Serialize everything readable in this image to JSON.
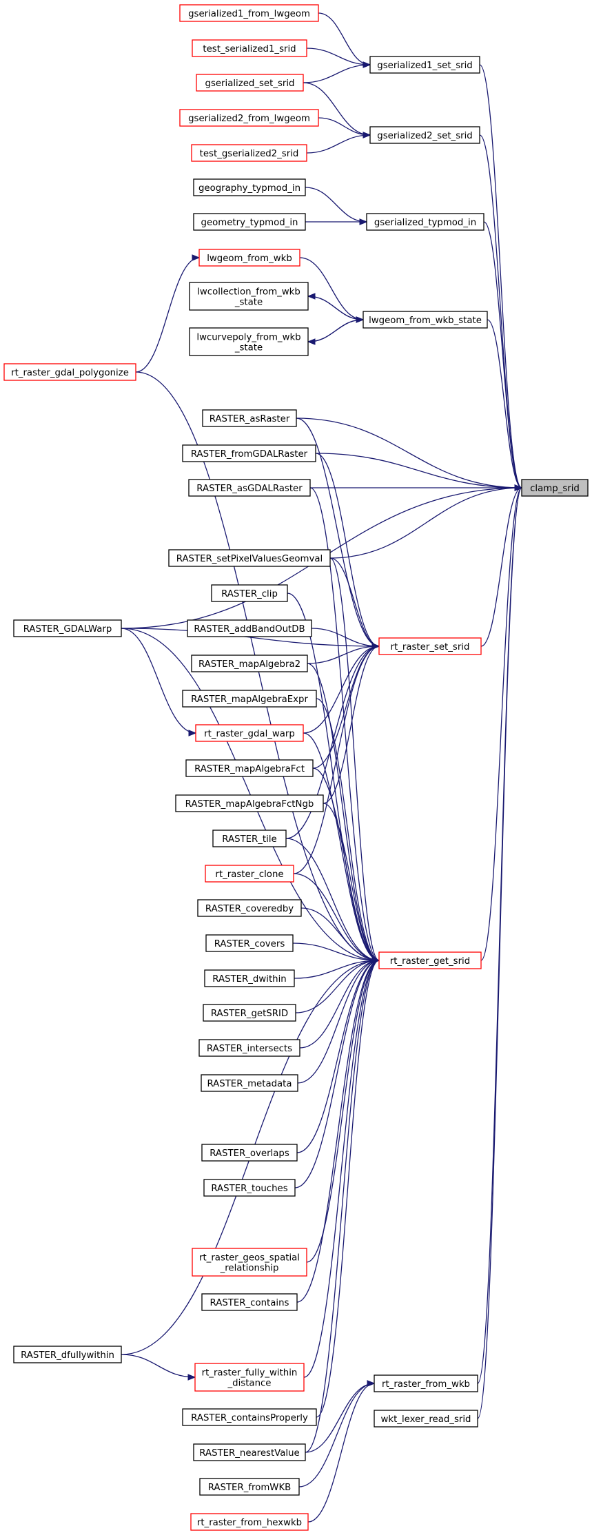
{
  "graph": {
    "nodes": {
      "gserialized1_from_lwgeom": {
        "label": [
          "gserialized1_from_lwgeom"
        ],
        "border": "red"
      },
      "test_serialized1_srid": {
        "label": [
          "test_serialized1_srid"
        ],
        "border": "red"
      },
      "gserialized_set_srid": {
        "label": [
          "gserialized_set_srid"
        ],
        "border": "red"
      },
      "gserialized2_from_lwgeom": {
        "label": [
          "gserialized2_from_lwgeom"
        ],
        "border": "red"
      },
      "test_gserialized2_srid": {
        "label": [
          "test_gserialized2_srid"
        ],
        "border": "red"
      },
      "gserialized1_set_srid": {
        "label": [
          "gserialized1_set_srid"
        ],
        "border": "black"
      },
      "gserialized2_set_srid": {
        "label": [
          "gserialized2_set_srid"
        ],
        "border": "black"
      },
      "geography_typmod_in": {
        "label": [
          "geography_typmod_in"
        ],
        "border": "black"
      },
      "geometry_typmod_in": {
        "label": [
          "geometry_typmod_in"
        ],
        "border": "black"
      },
      "gserialized_typmod_in": {
        "label": [
          "gserialized_typmod_in"
        ],
        "border": "black"
      },
      "lwgeom_from_wkb": {
        "label": [
          "lwgeom_from_wkb"
        ],
        "border": "red"
      },
      "lwcollection_from_wkb_state": {
        "label": [
          "lwcollection_from_wkb",
          "_state"
        ],
        "border": "black"
      },
      "lwcurvepoly_from_wkb_state": {
        "label": [
          "lwcurvepoly_from_wkb",
          "_state"
        ],
        "border": "black"
      },
      "lwgeom_from_wkb_state": {
        "label": [
          "lwgeom_from_wkb_state"
        ],
        "border": "black"
      },
      "rt_raster_gdal_polygonize": {
        "label": [
          "rt_raster_gdal_polygonize"
        ],
        "border": "red"
      },
      "RASTER_asRaster": {
        "label": [
          "RASTER_asRaster"
        ],
        "border": "black"
      },
      "RASTER_fromGDALRaster": {
        "label": [
          "RASTER_fromGDALRaster"
        ],
        "border": "black"
      },
      "RASTER_asGDALRaster": {
        "label": [
          "RASTER_asGDALRaster"
        ],
        "border": "black"
      },
      "clamp_srid": {
        "label": [
          "clamp_srid"
        ],
        "border": "focus"
      },
      "RASTER_setPixelValuesGeomval": {
        "label": [
          "RASTER_setPixelValuesGeomval"
        ],
        "border": "black"
      },
      "RASTER_clip": {
        "label": [
          "RASTER_clip"
        ],
        "border": "black"
      },
      "RASTER_GDALWarp": {
        "label": [
          "RASTER_GDALWarp"
        ],
        "border": "black"
      },
      "RASTER_addBandOutDB": {
        "label": [
          "RASTER_addBandOutDB"
        ],
        "border": "black"
      },
      "rt_raster_set_srid": {
        "label": [
          "rt_raster_set_srid"
        ],
        "border": "red"
      },
      "RASTER_mapAlgebra2": {
        "label": [
          "RASTER_mapAlgebra2"
        ],
        "border": "black"
      },
      "RASTER_mapAlgebraExpr": {
        "label": [
          "RASTER_mapAlgebraExpr"
        ],
        "border": "black"
      },
      "rt_raster_gdal_warp": {
        "label": [
          "rt_raster_gdal_warp"
        ],
        "border": "red"
      },
      "RASTER_mapAlgebraFct": {
        "label": [
          "RASTER_mapAlgebraFct"
        ],
        "border": "black"
      },
      "RASTER_mapAlgebraFctNgb": {
        "label": [
          "RASTER_mapAlgebraFctNgb"
        ],
        "border": "black"
      },
      "RASTER_tile": {
        "label": [
          "RASTER_tile"
        ],
        "border": "black"
      },
      "rt_raster_clone": {
        "label": [
          "rt_raster_clone"
        ],
        "border": "red"
      },
      "RASTER_coveredby": {
        "label": [
          "RASTER_coveredby"
        ],
        "border": "black"
      },
      "RASTER_covers": {
        "label": [
          "RASTER_covers"
        ],
        "border": "black"
      },
      "rt_raster_get_srid": {
        "label": [
          "rt_raster_get_srid"
        ],
        "border": "red"
      },
      "RASTER_dwithin": {
        "label": [
          "RASTER_dwithin"
        ],
        "border": "black"
      },
      "RASTER_getSRID": {
        "label": [
          "RASTER_getSRID"
        ],
        "border": "black"
      },
      "RASTER_intersects": {
        "label": [
          "RASTER_intersects"
        ],
        "border": "black"
      },
      "RASTER_metadata": {
        "label": [
          "RASTER_metadata"
        ],
        "border": "black"
      },
      "RASTER_overlaps": {
        "label": [
          "RASTER_overlaps"
        ],
        "border": "black"
      },
      "RASTER_touches": {
        "label": [
          "RASTER_touches"
        ],
        "border": "black"
      },
      "rt_raster_geos_spatial_relationship": {
        "label": [
          "rt_raster_geos_spatial",
          "_relationship"
        ],
        "border": "red"
      },
      "RASTER_contains": {
        "label": [
          "RASTER_contains"
        ],
        "border": "black"
      },
      "RASTER_dfullywithin": {
        "label": [
          "RASTER_dfullywithin"
        ],
        "border": "black"
      },
      "rt_raster_fully_within_distance": {
        "label": [
          "rt_raster_fully_within",
          "_distance"
        ],
        "border": "red"
      },
      "rt_raster_from_wkb": {
        "label": [
          "rt_raster_from_wkb"
        ],
        "border": "black"
      },
      "RASTER_containsProperly": {
        "label": [
          "RASTER_containsProperly"
        ],
        "border": "black"
      },
      "wkt_lexer_read_srid": {
        "label": [
          "wkt_lexer_read_srid"
        ],
        "border": "black"
      },
      "RASTER_nearestValue": {
        "label": [
          "RASTER_nearestValue"
        ],
        "border": "black"
      },
      "RASTER_fromWKB": {
        "label": [
          "RASTER_fromWKB"
        ],
        "border": "black"
      },
      "rt_raster_from_hexwkb": {
        "label": [
          "rt_raster_from_hexwkb"
        ],
        "border": "red"
      }
    },
    "edges": [
      [
        "gserialized1_from_lwgeom",
        "gserialized1_set_srid"
      ],
      [
        "test_serialized1_srid",
        "gserialized1_set_srid"
      ],
      [
        "gserialized_set_srid",
        "gserialized1_set_srid"
      ],
      [
        "gserialized_set_srid",
        "gserialized2_set_srid"
      ],
      [
        "gserialized2_from_lwgeom",
        "gserialized2_set_srid"
      ],
      [
        "test_gserialized2_srid",
        "gserialized2_set_srid"
      ],
      [
        "geography_typmod_in",
        "gserialized_typmod_in"
      ],
      [
        "geometry_typmod_in",
        "gserialized_typmod_in"
      ],
      [
        "rt_raster_gdal_polygonize",
        "lwgeom_from_wkb"
      ],
      [
        "lwgeom_from_wkb",
        "lwgeom_from_wkb_state"
      ],
      [
        "lwgeom_from_wkb_state",
        "lwcollection_from_wkb_state"
      ],
      [
        "lwcollection_from_wkb_state",
        "lwgeom_from_wkb_state"
      ],
      [
        "lwgeom_from_wkb_state",
        "lwcurvepoly_from_wkb_state"
      ],
      [
        "lwcurvepoly_from_wkb_state",
        "lwgeom_from_wkb_state"
      ],
      [
        "gserialized1_set_srid",
        "clamp_srid"
      ],
      [
        "gserialized2_set_srid",
        "clamp_srid"
      ],
      [
        "gserialized_typmod_in",
        "clamp_srid"
      ],
      [
        "lwgeom_from_wkb_state",
        "clamp_srid"
      ],
      [
        "RASTER_asRaster",
        "clamp_srid"
      ],
      [
        "RASTER_fromGDALRaster",
        "clamp_srid"
      ],
      [
        "RASTER_asGDALRaster",
        "clamp_srid"
      ],
      [
        "RASTER_GDALWarp",
        "clamp_srid"
      ],
      [
        "RASTER_setPixelValuesGeomval",
        "clamp_srid"
      ],
      [
        "rt_raster_set_srid",
        "clamp_srid"
      ],
      [
        "rt_raster_get_srid",
        "clamp_srid"
      ],
      [
        "rt_raster_from_wkb",
        "clamp_srid"
      ],
      [
        "wkt_lexer_read_srid",
        "clamp_srid"
      ],
      [
        "RASTER_asRaster",
        "rt_raster_set_srid"
      ],
      [
        "RASTER_fromGDALRaster",
        "rt_raster_set_srid"
      ],
      [
        "RASTER_GDALWarp",
        "rt_raster_set_srid"
      ],
      [
        "RASTER_setPixelValuesGeomval",
        "rt_raster_set_srid"
      ],
      [
        "RASTER_addBandOutDB",
        "rt_raster_set_srid"
      ],
      [
        "RASTER_mapAlgebra2",
        "rt_raster_set_srid"
      ],
      [
        "rt_raster_gdal_warp",
        "rt_raster_set_srid"
      ],
      [
        "RASTER_mapAlgebraFct",
        "rt_raster_set_srid"
      ],
      [
        "RASTER_mapAlgebraFctNgb",
        "rt_raster_set_srid"
      ],
      [
        "RASTER_tile",
        "rt_raster_set_srid"
      ],
      [
        "rt_raster_clone",
        "rt_raster_set_srid"
      ],
      [
        "RASTER_GDALWarp",
        "rt_raster_gdal_warp"
      ],
      [
        "RASTER_asGDALRaster",
        "rt_raster_get_srid"
      ],
      [
        "RASTER_setPixelValuesGeomval",
        "rt_raster_get_srid"
      ],
      [
        "RASTER_clip",
        "rt_raster_get_srid"
      ],
      [
        "RASTER_mapAlgebra2",
        "rt_raster_get_srid"
      ],
      [
        "RASTER_mapAlgebraExpr",
        "rt_raster_get_srid"
      ],
      [
        "rt_raster_gdal_warp",
        "rt_raster_get_srid"
      ],
      [
        "RASTER_mapAlgebraFct",
        "rt_raster_get_srid"
      ],
      [
        "RASTER_mapAlgebraFctNgb",
        "rt_raster_get_srid"
      ],
      [
        "RASTER_tile",
        "rt_raster_get_srid"
      ],
      [
        "rt_raster_clone",
        "rt_raster_get_srid"
      ],
      [
        "RASTER_coveredby",
        "rt_raster_get_srid"
      ],
      [
        "RASTER_covers",
        "rt_raster_get_srid"
      ],
      [
        "RASTER_dwithin",
        "rt_raster_get_srid"
      ],
      [
        "RASTER_getSRID",
        "rt_raster_get_srid"
      ],
      [
        "RASTER_intersects",
        "rt_raster_get_srid"
      ],
      [
        "RASTER_metadata",
        "rt_raster_get_srid"
      ],
      [
        "RASTER_overlaps",
        "rt_raster_get_srid"
      ],
      [
        "RASTER_touches",
        "rt_raster_get_srid"
      ],
      [
        "rt_raster_gdal_polygonize",
        "rt_raster_get_srid"
      ],
      [
        "RASTER_GDALWarp",
        "rt_raster_get_srid"
      ],
      [
        "rt_raster_geos_spatial_relationship",
        "rt_raster_get_srid"
      ],
      [
        "RASTER_contains",
        "rt_raster_get_srid"
      ],
      [
        "RASTER_dfullywithin",
        "rt_raster_get_srid"
      ],
      [
        "rt_raster_fully_within_distance",
        "rt_raster_get_srid"
      ],
      [
        "RASTER_containsProperly",
        "rt_raster_get_srid"
      ],
      [
        "RASTER_nearestValue",
        "rt_raster_get_srid"
      ],
      [
        "RASTER_dfullywithin",
        "rt_raster_fully_within_distance"
      ],
      [
        "RASTER_nearestValue",
        "rt_raster_from_wkb"
      ],
      [
        "RASTER_fromWKB",
        "rt_raster_from_wkb"
      ],
      [
        "rt_raster_from_hexwkb",
        "rt_raster_from_wkb"
      ]
    ]
  },
  "colors": {
    "edge": "#191970",
    "border_default": "#000000",
    "border_external": "#ff0000",
    "focus_fill": "#bfbfbf",
    "background": "#ffffff"
  }
}
